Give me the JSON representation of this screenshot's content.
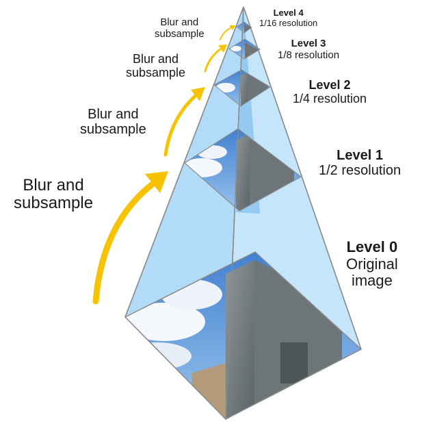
{
  "colors": {
    "pyramid_fill": "#9fd2f6",
    "pyramid_edge": "#8a8a8a",
    "arrow": "#f7c300",
    "sky": "#4a8fd6",
    "cloud": "#f4f7fb",
    "building": "#7c8284"
  },
  "levels": [
    {
      "title": "Level 0",
      "line1": "Original",
      "line2": "image"
    },
    {
      "title": "Level 1",
      "line1": "1/2 resolution"
    },
    {
      "title": "Level 2",
      "line1": "1/4 resolution"
    },
    {
      "title": "Level 3",
      "line1": "1/8 resolution"
    },
    {
      "title": "Level 4",
      "line1": "1/16 resolution"
    }
  ],
  "steps": [
    {
      "line1": "Blur and",
      "line2": "subsample"
    },
    {
      "line1": "Blur and",
      "line2": "subsample"
    },
    {
      "line1": "Blur and",
      "line2": "subsample"
    },
    {
      "line1": "Blur and",
      "line2": "subsample"
    }
  ],
  "icons": {
    "step_arrow": "curved-up-arrow-icon"
  }
}
